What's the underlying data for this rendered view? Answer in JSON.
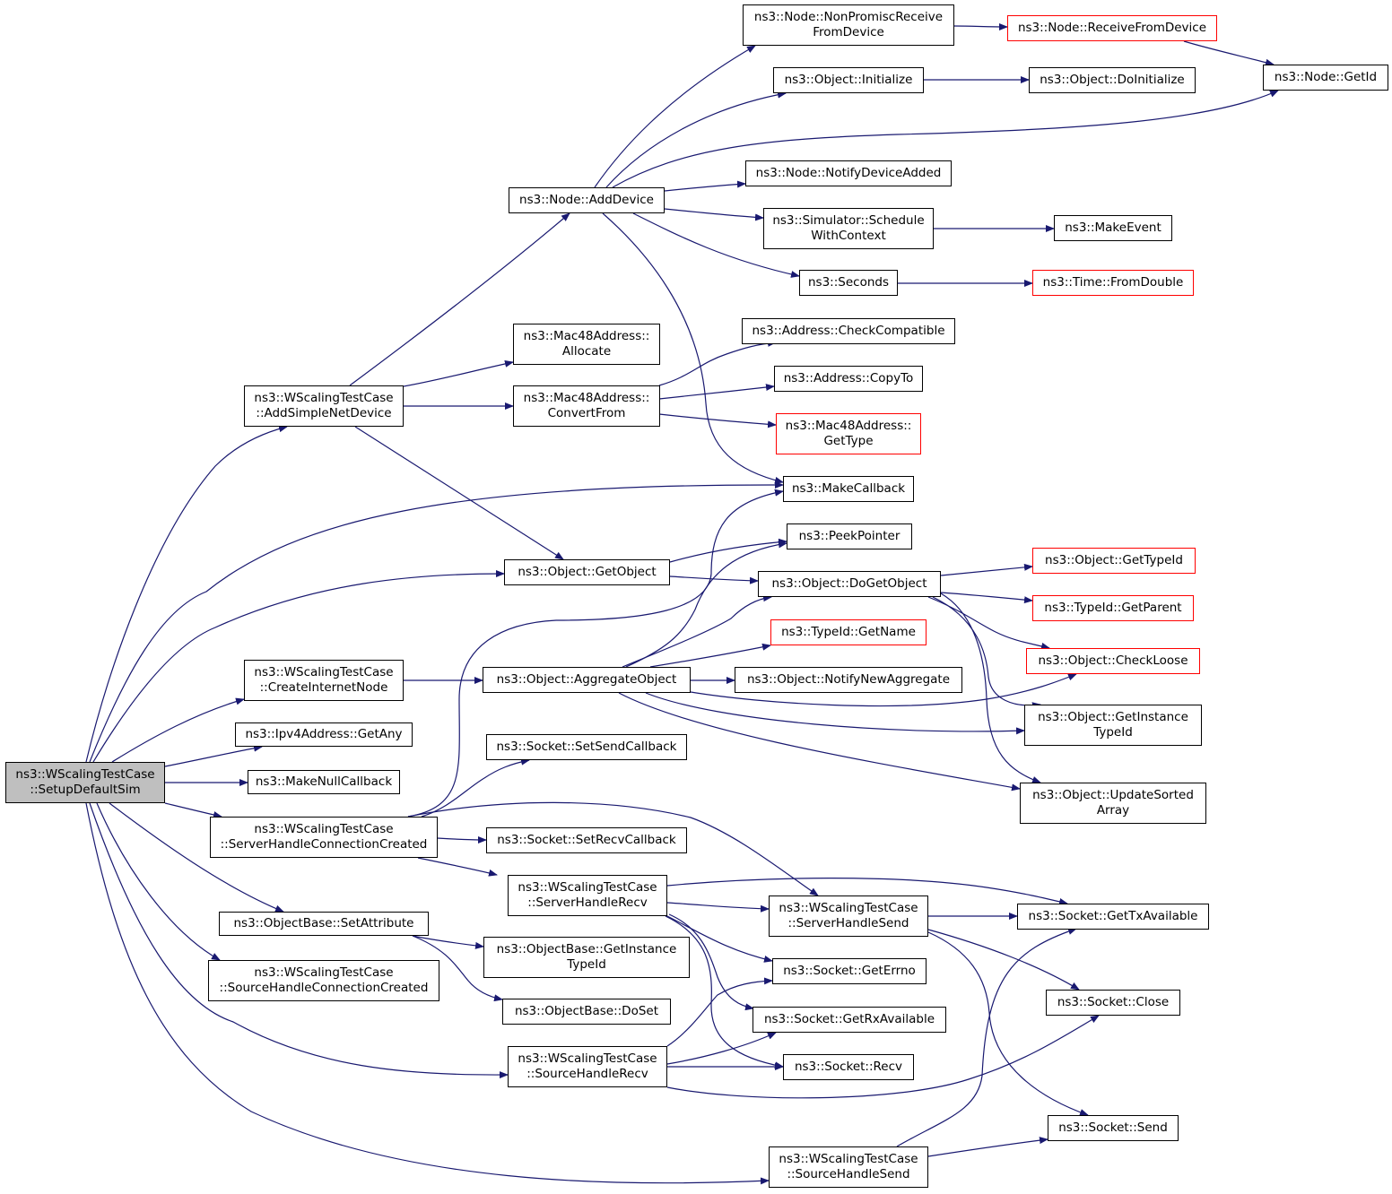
{
  "colors": {
    "edge": "#191970",
    "border": "#000000",
    "external_border": "#ff0000",
    "root_fill": "#bfbfbf"
  },
  "nodes": [
    {
      "id": "root",
      "lines": [
        "ns3::WScalingTestCase",
        "::SetupDefaultSim"
      ],
      "kind": "root"
    },
    {
      "id": "addSimple",
      "lines": [
        "ns3::WScalingTestCase",
        "::AddSimpleNetDevice"
      ]
    },
    {
      "id": "createInternet",
      "lines": [
        "ns3::WScalingTestCase",
        "::CreateInternetNode"
      ]
    },
    {
      "id": "getAny",
      "lines": [
        "ns3::Ipv4Address::GetAny"
      ]
    },
    {
      "id": "makeNull",
      "lines": [
        "ns3::MakeNullCallback"
      ]
    },
    {
      "id": "serverConnCreated",
      "lines": [
        "ns3::WScalingTestCase",
        "::ServerHandleConnectionCreated"
      ]
    },
    {
      "id": "setAttribute",
      "lines": [
        "ns3::ObjectBase::SetAttribute"
      ]
    },
    {
      "id": "sourceConnCreated",
      "lines": [
        "ns3::WScalingTestCase",
        "::SourceHandleConnectionCreated"
      ]
    },
    {
      "id": "addDevice",
      "lines": [
        "ns3::Node::AddDevice"
      ]
    },
    {
      "id": "macAllocate",
      "lines": [
        "ns3::Mac48Address::",
        "Allocate"
      ]
    },
    {
      "id": "macConvertFrom",
      "lines": [
        "ns3::Mac48Address::",
        "ConvertFrom"
      ]
    },
    {
      "id": "getObject",
      "lines": [
        "ns3::Object::GetObject"
      ]
    },
    {
      "id": "aggregate",
      "lines": [
        "ns3::Object::AggregateObject"
      ]
    },
    {
      "id": "setSendCb",
      "lines": [
        "ns3::Socket::SetSendCallback"
      ]
    },
    {
      "id": "setRecvCb",
      "lines": [
        "ns3::Socket::SetRecvCallback"
      ]
    },
    {
      "id": "serverRecv",
      "lines": [
        "ns3::WScalingTestCase",
        "::ServerHandleRecv"
      ]
    },
    {
      "id": "obGetInstance",
      "lines": [
        "ns3::ObjectBase::GetInstance",
        "TypeId"
      ]
    },
    {
      "id": "obDoSet",
      "lines": [
        "ns3::ObjectBase::DoSet"
      ]
    },
    {
      "id": "sourceRecv",
      "lines": [
        "ns3::WScalingTestCase",
        "::SourceHandleRecv"
      ]
    },
    {
      "id": "nonPromisc",
      "lines": [
        "ns3::Node::NonPromiscReceive",
        "FromDevice"
      ]
    },
    {
      "id": "initialize",
      "lines": [
        "ns3::Object::Initialize"
      ]
    },
    {
      "id": "notifyDevice",
      "lines": [
        "ns3::Node::NotifyDeviceAdded"
      ]
    },
    {
      "id": "schedCtx",
      "lines": [
        "ns3::Simulator::Schedule",
        "WithContext"
      ]
    },
    {
      "id": "seconds",
      "lines": [
        "ns3::Seconds"
      ]
    },
    {
      "id": "checkCompat",
      "lines": [
        "ns3::Address::CheckCompatible"
      ]
    },
    {
      "id": "copyTo",
      "lines": [
        "ns3::Address::CopyTo"
      ]
    },
    {
      "id": "macGetType",
      "lines": [
        "ns3::Mac48Address::",
        "GetType"
      ],
      "kind": "red"
    },
    {
      "id": "makeCallback",
      "lines": [
        "ns3::MakeCallback"
      ]
    },
    {
      "id": "peekPointer",
      "lines": [
        "ns3::PeekPointer"
      ]
    },
    {
      "id": "doGetObject",
      "lines": [
        "ns3::Object::DoGetObject"
      ]
    },
    {
      "id": "typeGetName",
      "lines": [
        "ns3::TypeId::GetName"
      ],
      "kind": "red"
    },
    {
      "id": "notifyNewAgg",
      "lines": [
        "ns3::Object::NotifyNewAggregate"
      ]
    },
    {
      "id": "serverSend",
      "lines": [
        "ns3::WScalingTestCase",
        "::ServerHandleSend"
      ]
    },
    {
      "id": "getErrno",
      "lines": [
        "ns3::Socket::GetErrno"
      ]
    },
    {
      "id": "getRxAvail",
      "lines": [
        "ns3::Socket::GetRxAvailable"
      ]
    },
    {
      "id": "recv",
      "lines": [
        "ns3::Socket::Recv"
      ]
    },
    {
      "id": "sourceSend",
      "lines": [
        "ns3::WScalingTestCase",
        "::SourceHandleSend"
      ]
    },
    {
      "id": "receiveFromDevice",
      "lines": [
        "ns3::Node::ReceiveFromDevice"
      ],
      "kind": "red"
    },
    {
      "id": "doInitialize",
      "lines": [
        "ns3::Object::DoInitialize"
      ]
    },
    {
      "id": "makeEvent",
      "lines": [
        "ns3::MakeEvent"
      ]
    },
    {
      "id": "fromDouble",
      "lines": [
        "ns3::Time::FromDouble"
      ],
      "kind": "red"
    },
    {
      "id": "objGetTypeId",
      "lines": [
        "ns3::Object::GetTypeId"
      ],
      "kind": "red"
    },
    {
      "id": "typeGetParent",
      "lines": [
        "ns3::TypeId::GetParent"
      ],
      "kind": "red"
    },
    {
      "id": "checkLoose",
      "lines": [
        "ns3::Object::CheckLoose"
      ],
      "kind": "red"
    },
    {
      "id": "objGetInstance",
      "lines": [
        "ns3::Object::GetInstance",
        "TypeId"
      ]
    },
    {
      "id": "updateSorted",
      "lines": [
        "ns3::Object::UpdateSorted",
        "Array"
      ]
    },
    {
      "id": "getTxAvail",
      "lines": [
        "ns3::Socket::GetTxAvailable"
      ]
    },
    {
      "id": "close",
      "lines": [
        "ns3::Socket::Close"
      ]
    },
    {
      "id": "send",
      "lines": [
        "ns3::Socket::Send"
      ]
    },
    {
      "id": "nodeGetId",
      "lines": [
        "ns3::Node::GetId"
      ]
    }
  ]
}
